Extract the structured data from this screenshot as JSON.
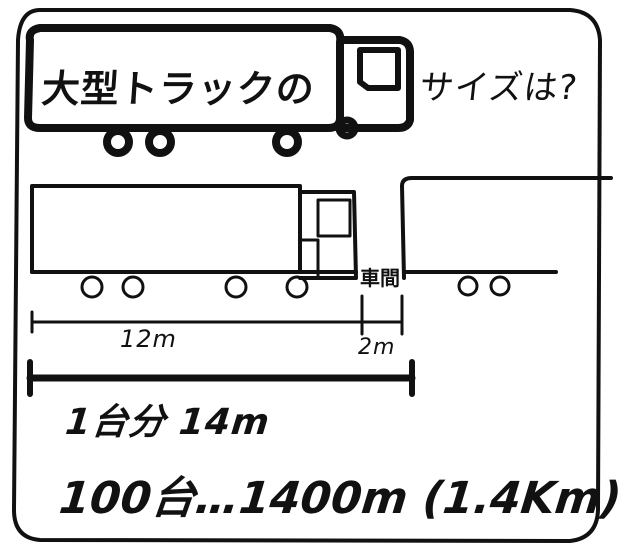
{
  "title": {
    "main": "大型トラックの",
    "question": "サイズは?"
  },
  "diagram": {
    "truck_length_label": "12m",
    "gap_label": "車間",
    "gap_length_label": "2m"
  },
  "summary": {
    "per_truck": "1台分 14m",
    "hundred_trucks": "100台…1400m (1.4Km)"
  },
  "colors": {
    "ink": "#111111",
    "paper": "#ffffff"
  }
}
